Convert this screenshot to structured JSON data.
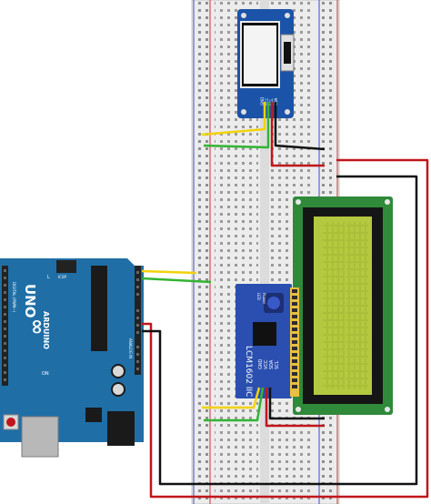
{
  "oled": {
    "pins": [
      "GND",
      "VCC",
      "SCL",
      "SDA"
    ]
  },
  "lcd_module": {
    "name": "LCM1602 IIC",
    "pins": [
      "GND",
      "VCC",
      "SDA",
      "SCL"
    ],
    "sub_labels": [
      "LED",
      "Power"
    ]
  },
  "arduino": {
    "brand": "ARDUINO",
    "model": "UNO",
    "logo": "∞",
    "label_on": "ON",
    "label_l": "L",
    "label_icsp": "ICSP",
    "analog": "ANALOG IN",
    "digital": "DIGITAL (PWM~)"
  },
  "colors": {
    "breadboard": "#ececec",
    "arduino": "#1f6fa6",
    "lcd_board": "#2f8a3a",
    "lcd_screen": "#b4c93f",
    "oled_board": "#1b53a8",
    "i2c_board": "#2a4fb0",
    "wire_yellow": "#f1d20b",
    "wire_green": "#33b433",
    "wire_red": "#c0161b",
    "wire_black": "#111111"
  }
}
